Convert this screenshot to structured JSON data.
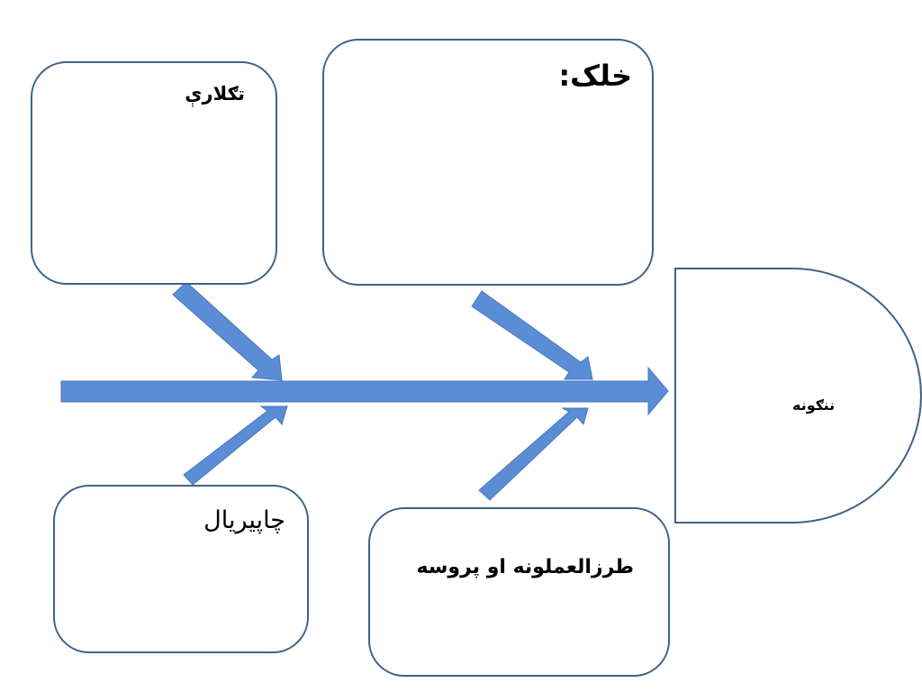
{
  "diagram": {
    "type": "fishbone",
    "colors": {
      "arrow_fill": "#5b8dd6",
      "arrow_stroke": "#4a78bb",
      "box_border": "#3c6388",
      "background": "#ffffff"
    },
    "head": {
      "label": "ننګونه"
    },
    "categories": {
      "top_left": {
        "label": "تګلارې"
      },
      "top_right": {
        "label": "خلک:"
      },
      "bottom_left": {
        "label": "چاپیریال"
      },
      "bottom_right": {
        "label": "طرزالعملونه او پروسه"
      }
    }
  }
}
